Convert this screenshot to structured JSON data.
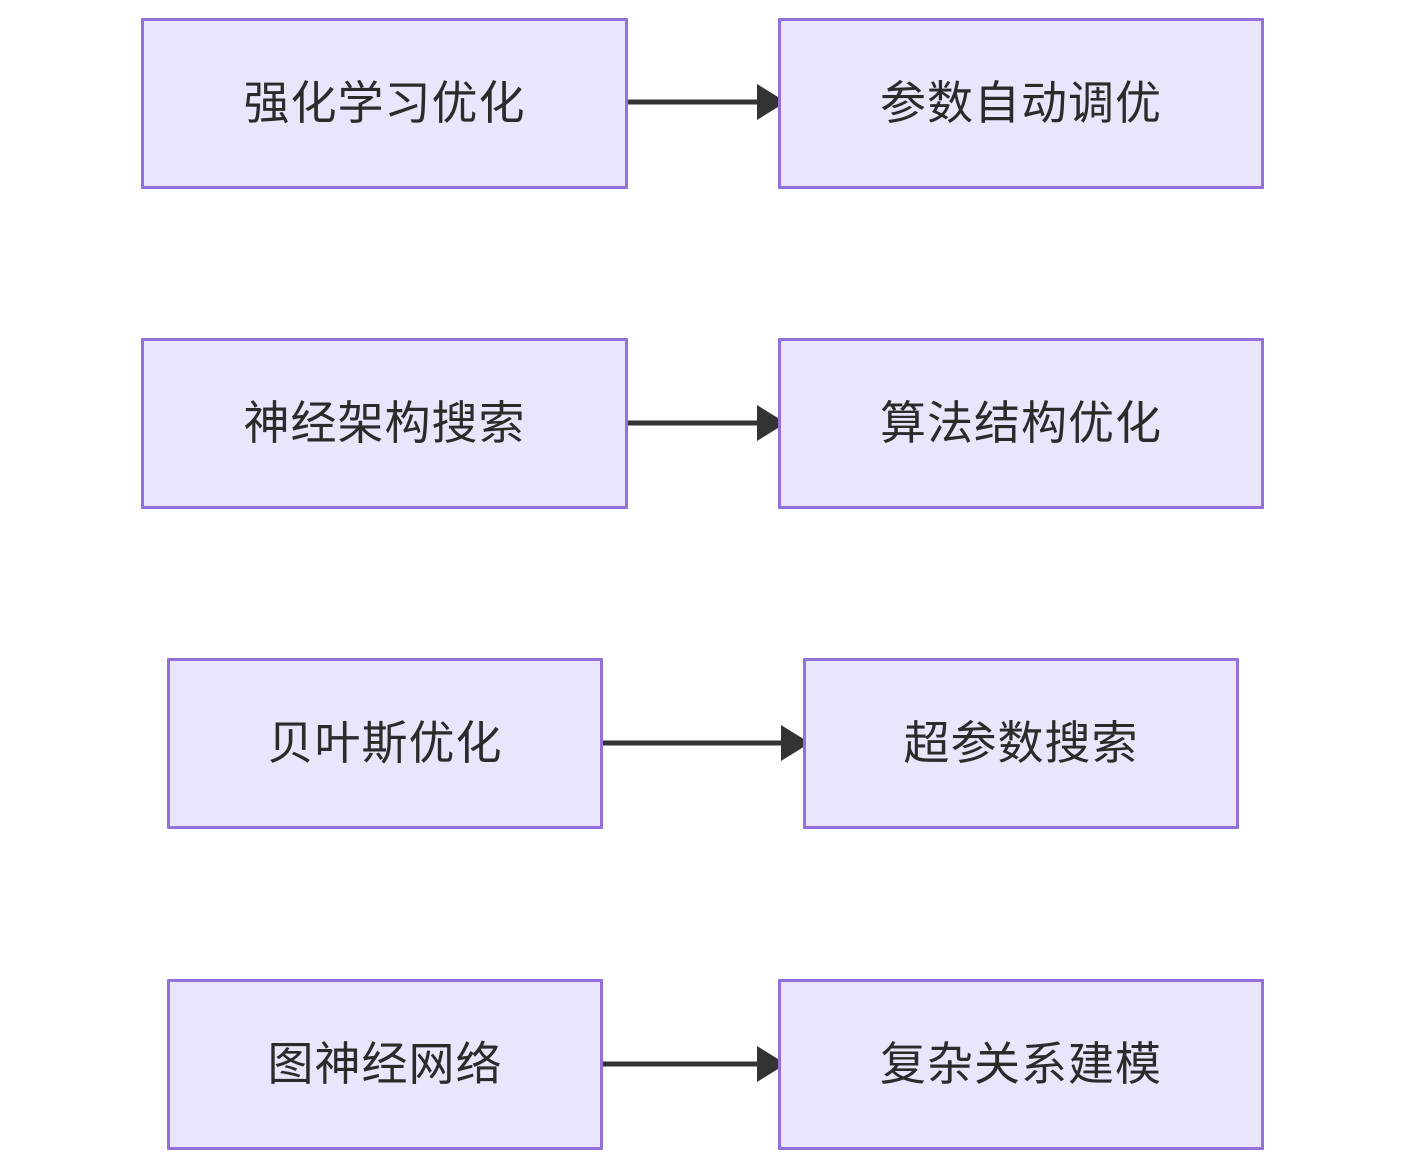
{
  "diagram": {
    "type": "flowchart",
    "direction": "left-to-right",
    "background": "#ffffff",
    "node_fill": "#e9e6fb",
    "node_border": "#9370db",
    "node_text_color": "#2b2b2b",
    "edge_color": "#333333",
    "nodes": [
      {
        "id": "n1",
        "label": "强化学习优化"
      },
      {
        "id": "n2",
        "label": "参数自动调优"
      },
      {
        "id": "n3",
        "label": "神经架构搜索"
      },
      {
        "id": "n4",
        "label": "算法结构优化"
      },
      {
        "id": "n5",
        "label": "贝叶斯优化"
      },
      {
        "id": "n6",
        "label": "超参数搜索"
      },
      {
        "id": "n7",
        "label": "图神经网络"
      },
      {
        "id": "n8",
        "label": "复杂关系建模"
      }
    ],
    "edges": [
      {
        "id": "e1",
        "from": "n1",
        "to": "n2",
        "label": ""
      },
      {
        "id": "e2",
        "from": "n3",
        "to": "n4",
        "label": ""
      },
      {
        "id": "e3",
        "from": "n5",
        "to": "n6",
        "label": ""
      },
      {
        "id": "e4",
        "from": "n7",
        "to": "n8",
        "label": ""
      }
    ]
  }
}
